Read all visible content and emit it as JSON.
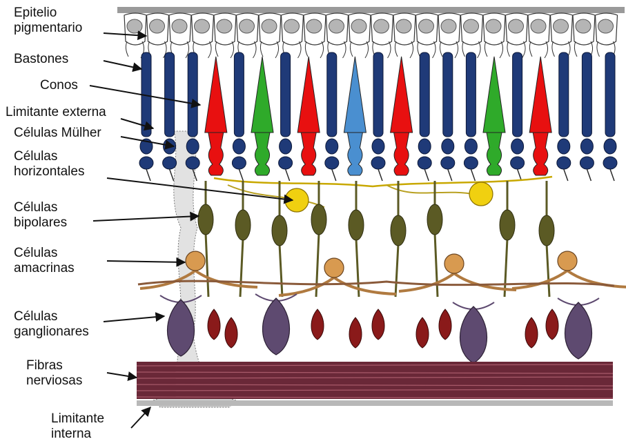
{
  "labels": {
    "epitelio": [
      "Epitelio",
      "pigmentario"
    ],
    "bastones": [
      "Bastones"
    ],
    "conos": [
      "Conos"
    ],
    "limitante_externa": [
      "Limitante externa"
    ],
    "mulher": [
      "Células Mülher"
    ],
    "horizontales": [
      "Células",
      "horizontales"
    ],
    "bipolares": [
      "Células",
      "bipolares"
    ],
    "amacrinas": [
      "Células",
      "amacrinas"
    ],
    "ganglionares": [
      "Células",
      "ganglionares"
    ],
    "fibras": [
      "Fibras",
      "nerviosas"
    ],
    "limitante_interna": [
      "Limitante",
      "interna"
    ]
  },
  "colors": {
    "rod": "#1f3a78",
    "cone_red": "#e81010",
    "cone_green": "#2faa2a",
    "cone_blue": "#4a8fd0",
    "horizontal": "#f0d010",
    "bipolar": "#5b5a24",
    "amacrine": "#d89a50",
    "ganglion": "#5e4a70",
    "ganglion_red": "#8a1a1a",
    "fiber": "#6a2838",
    "epithelium": "#9a9a9a"
  },
  "photoreceptors": [
    "rod",
    "rod",
    "rod",
    "red",
    "rod",
    "green",
    "rod",
    "red",
    "rod",
    "blue",
    "rod",
    "red",
    "rod",
    "rod",
    "rod",
    "green",
    "rod",
    "red",
    "rod",
    "rod",
    "rod"
  ]
}
